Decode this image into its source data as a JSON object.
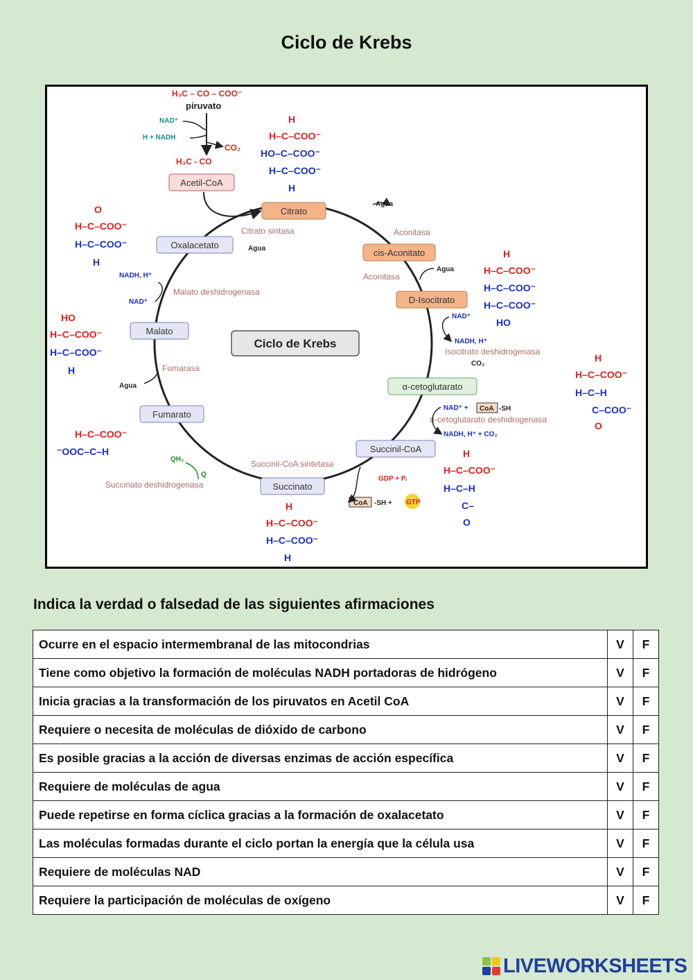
{
  "title": "Ciclo de Krebs",
  "diagram": {
    "center_label": "Ciclo de Krebs",
    "intermediates": {
      "citrato": "Citrato",
      "cis_aconitato": "cis-Aconitato",
      "isocitrato": "D-Isocitrato",
      "cetoglutarato": "α-cetoglutarato",
      "succinil": "Succinil-CoA",
      "succinato": "Succinato",
      "fumarato": "Fumarato",
      "malato": "Malato",
      "oxalacetato": "Oxalacetato",
      "acetil": "Acetil-CoA"
    },
    "enzymes": {
      "citrato_sintasa": "Citrato sintasa",
      "aconitasa_1": "Aconitasa",
      "aconitasa_2": "Aconitasa",
      "isocitrato_dh": "Isocitrato deshidrogenasa",
      "cetoglutarato_dh": "α-cetoglutarato deshidrogenasa",
      "succinil_sintetasa": "Succinil-CoA sintetasa",
      "succinato_dh": "Succinato deshidrogenasa",
      "fumarasa": "Fumarasa",
      "malato_dh": "Malato deshidrogenasa"
    },
    "cofactors": {
      "agua_1": "Agua",
      "agua_2": "Agua",
      "agua_3": "Agua",
      "agua_4": "Agua",
      "nad_1": "NAD⁺",
      "nadh_1": "NADH, H⁺",
      "co2_1": "CO₂",
      "nad_coa": "NAD⁺ +",
      "coa_1": "CoA",
      "sh_1": "-SH",
      "nadh_co2": "NADH, H⁺ + CO₂",
      "gdp": "GDP + Pᵢ",
      "coa_2": "CoA",
      "sh_2": "-SH +",
      "gtp": "GTP",
      "qh2": "QH₂",
      "q": "Q",
      "nad_malato": "NAD⁺",
      "nadh_malato": "NADH, H⁺",
      "piruvato_formula": "H₃C – CO – COO⁻",
      "piruvato": "piruvato",
      "nad_pir": "NAD⁺",
      "nadh_pir": "H + NADH",
      "co2_pir": "CO₂",
      "acetil_formula": "H₃C - CO"
    }
  },
  "instruction": "Indica la verdad o falsedad de las siguientes afirmaciones",
  "statements": [
    "Ocurre en el espacio intermembranal de las mitocondrias",
    "Tiene como objetivo la formación de moléculas NADH portadoras de hidrógeno",
    "Inicia gracias a la transformación de los piruvatos en Acetil CoA",
    "Requiere o necesita de moléculas de dióxido de carbono",
    "Es posible gracias a la acción de diversas enzimas de acción específica",
    "Requiere de moléculas de agua",
    "Puede repetirse en forma cíclica gracias a la formación de oxalacetato",
    "Las moléculas formadas durante el ciclo portan la energía que la célula usa",
    "Requiere de moléculas NAD",
    "Requiere la participación de moléculas de oxígeno"
  ],
  "options": {
    "true": "V",
    "false": "F"
  },
  "brand": "LIVEWORKSHEETS",
  "colors": {
    "background": "#d5e8d0",
    "orange_box": "#f4b48a",
    "green_box": "#dff1dc",
    "blue_box": "#e4e6f6",
    "red_atom": "#e0201b",
    "blue_atom": "#1a2fc9"
  }
}
